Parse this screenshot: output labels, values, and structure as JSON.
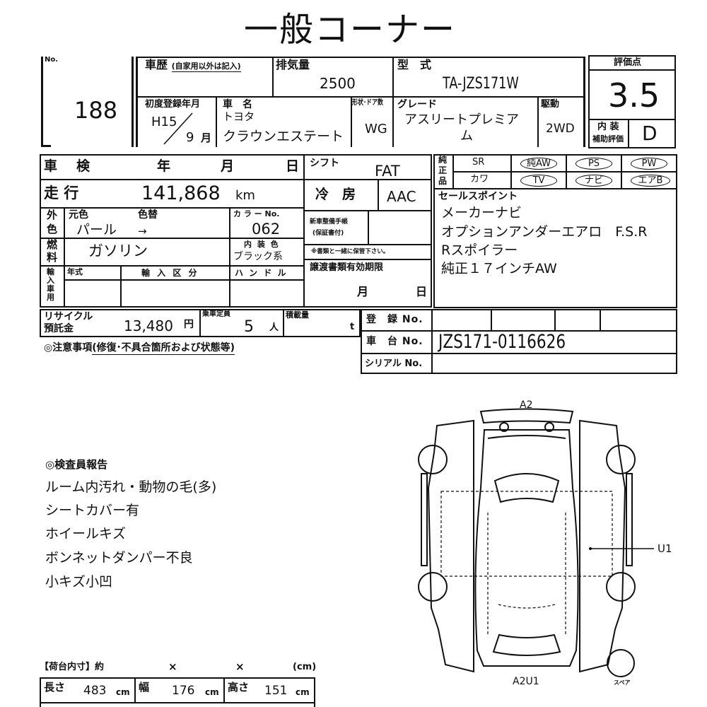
{
  "title": "一般コーナー",
  "lot": {
    "no_label": "No.",
    "number": "188"
  },
  "history": {
    "label": "車歴",
    "note": "(自家用以外は記入)"
  },
  "displacement": {
    "label": "排気量",
    "value": "2500"
  },
  "model": {
    "label": "型　式",
    "value": "TA-JZS171W"
  },
  "score": {
    "label": "評価点",
    "value": "3.5",
    "interior_label_1": "内 装",
    "interior_label_2": "補助評価",
    "interior_value": "D"
  },
  "first_reg": {
    "label": "初度登録年月",
    "year": "H15",
    "month": "9",
    "month_unit": "月"
  },
  "car_name": {
    "label": "車　名",
    "maker": "トヨタ",
    "name": "クラウンエステート"
  },
  "body": {
    "label": "形状･ドア数",
    "value": "WG"
  },
  "grade": {
    "label": "グレード",
    "value_1": "アスリートプレミア",
    "value_2": "ム"
  },
  "drive": {
    "label": "駆動",
    "value": "2WD"
  },
  "inspection": {
    "label": "車　検",
    "year": "年",
    "month": "月",
    "day": "日"
  },
  "shift": {
    "label": "シフト",
    "value": "FAT"
  },
  "mileage": {
    "label": "走 行",
    "value": "141,868",
    "unit": "km"
  },
  "ac": {
    "label": "冷　房",
    "value": "AAC"
  },
  "exterior": {
    "label_1": "外",
    "label_2": "色",
    "orig_label": "元色",
    "change_label": "色替",
    "orig_value": "パール",
    "arrow": "→",
    "color_no_label": "カ ラ ー No.",
    "color_no": "062"
  },
  "fuel": {
    "label_1": "燃",
    "label_2": "料",
    "value": "ガソリン",
    "int_color_label": "内 装 色",
    "int_color_value": "ブラック系"
  },
  "service": {
    "label_1": "新車整備手帳",
    "label_2": "(保証書付)",
    "note": "※書類と一緒に保管下さい。"
  },
  "import": {
    "label": "輸入車用",
    "year_label": "年式",
    "type_label": "輸 入 区 分",
    "handle_label": "ハ ン ド ル"
  },
  "transfer": {
    "label": "譲渡書類有効期限",
    "month": "月",
    "day": "日"
  },
  "recycle": {
    "label_1": "リサイクル",
    "label_2": "預託金",
    "value": "13,480",
    "unit": "円"
  },
  "capacity": {
    "label": "乗車定員",
    "value": "5",
    "unit": "人"
  },
  "load": {
    "label": "積載量",
    "unit": "t"
  },
  "notice": {
    "prefix": "◎注意事項",
    "detail": "(修復･不具合箇所および状態等)"
  },
  "registration": {
    "reg_label": "登　録 No.",
    "chassis_label": "車　台 No.",
    "chassis_value": "JZS171-0116626",
    "serial_label": "シリアル No."
  },
  "equipment": {
    "label_1": "純",
    "label_2": "正",
    "label_3": "品",
    "row1": [
      "SR",
      "純AW",
      "PS",
      "PW"
    ],
    "row2": [
      "カワ",
      "TV",
      "ナビ",
      "エアB"
    ]
  },
  "sales_points": {
    "label": "セールスポイント",
    "lines": [
      "メーカーナビ",
      "オプションアンダーエアロ　F.S.R",
      "Rスポイラー",
      "純正１７インチAW"
    ]
  },
  "inspector": {
    "label": "◎検査員報告",
    "lines": [
      "ルーム内汚れ・動物の毛(多)",
      "シートカバー有",
      "ホイールキズ",
      "ボンネットダンパー不良",
      "小キズ小凹"
    ]
  },
  "cargo": {
    "label": "【荷台内寸】約",
    "x1": "×",
    "x2": "×",
    "unit_label": "(cm)",
    "length_label": "長さ",
    "length": "483",
    "width_label": "幅",
    "width": "176",
    "height_label": "高さ",
    "height": "151",
    "cm": "cm"
  },
  "diagram": {
    "top_mark": "A2",
    "side_mark": "U1",
    "bottom_mark": "A2U1",
    "spare_label": "スペア"
  }
}
